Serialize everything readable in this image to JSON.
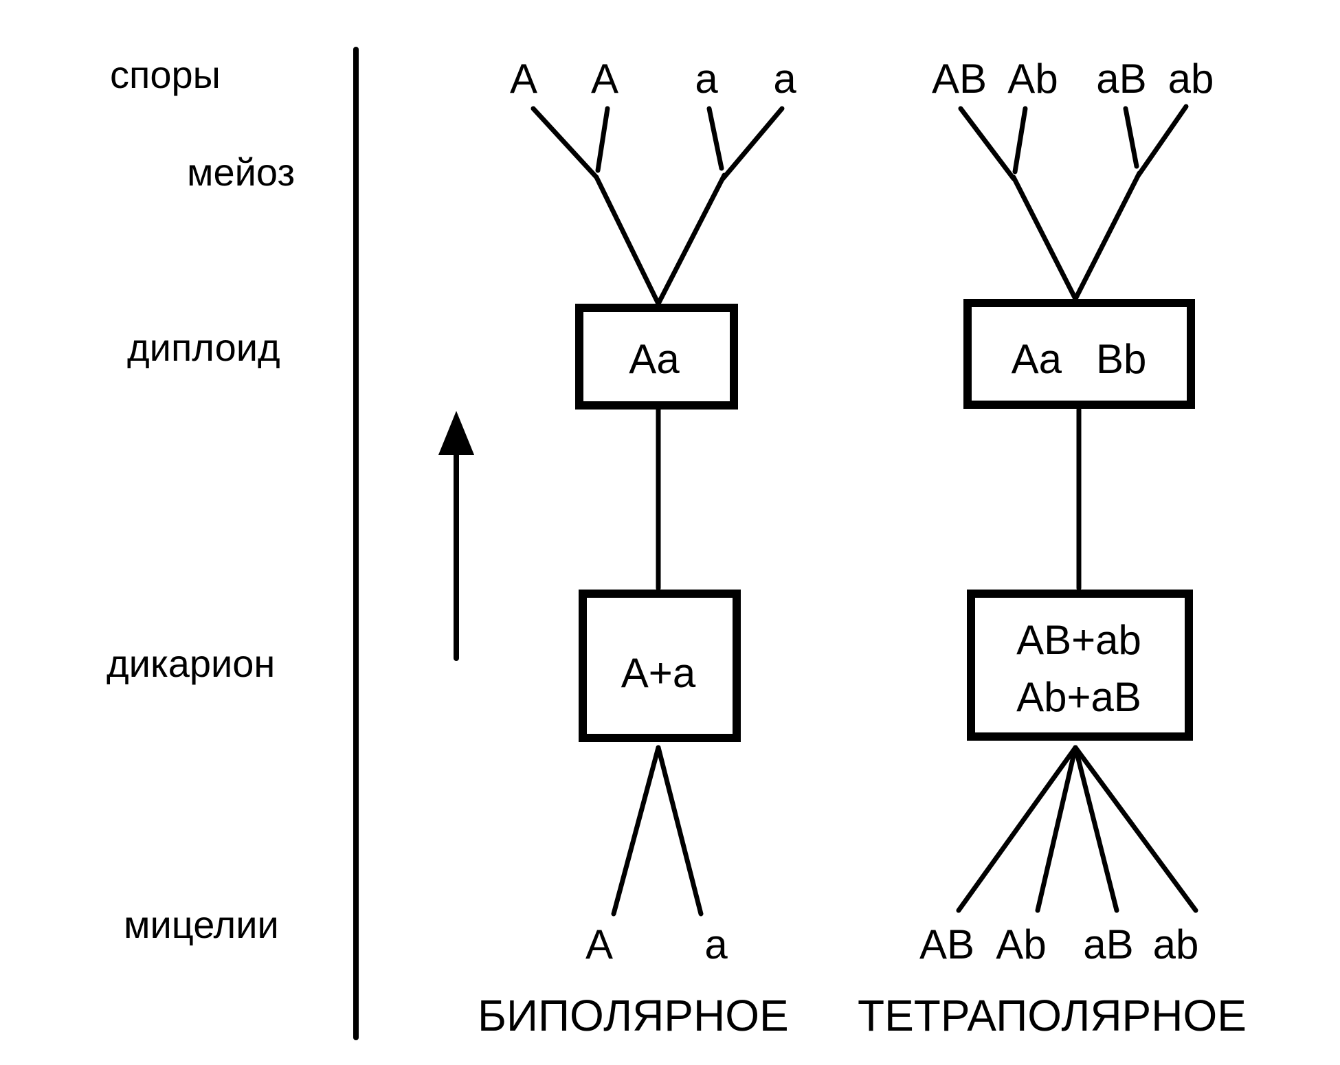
{
  "stages": {
    "spores": "споры",
    "meiosis": "мейоз",
    "diploid": "диплоид",
    "dikaryon": "дикарион",
    "mycelia": "мицелии"
  },
  "bipolar": {
    "caption": "БИПОЛЯРНОЕ",
    "spores": [
      "A",
      "A",
      "a",
      "a"
    ],
    "diploid": "Aa",
    "dikaryon": "A+a",
    "mycelia": [
      "A",
      "a"
    ]
  },
  "tetrapolar": {
    "caption": "ТЕТРАПОЛЯРНОЕ",
    "spores": [
      "AB",
      "Ab",
      "aB",
      "ab"
    ],
    "diploid": "Aa   Bb",
    "dikaryon": [
      "AB+ab",
      "Ab+aB"
    ],
    "mycelia": [
      "AB",
      "Ab",
      "aB",
      "ab"
    ]
  },
  "colors": {
    "ink": "#000000",
    "background": "#ffffff"
  }
}
